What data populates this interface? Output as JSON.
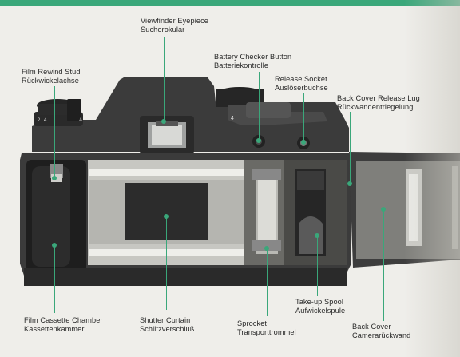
{
  "labels": {
    "viewfinder": {
      "en": "Viewfinder Eyepiece",
      "de": "Sucherokular"
    },
    "battery": {
      "en": "Battery Checker Button",
      "de": "Batteriekontrolle"
    },
    "release_socket": {
      "en": "Release Socket",
      "de": "Auslöserbuchse"
    },
    "back_cover_lug": {
      "en": "Back Cover Release Lug",
      "de": "Rückwandentriegelung"
    },
    "rewind_stud": {
      "en": "Film Rewind Stud",
      "de": "Rückwickelachse"
    },
    "cassette_chamber": {
      "en": "Film Cassette Chamber",
      "de": "Kassettenkammer"
    },
    "shutter_curtain": {
      "en": "Shutter Curtain",
      "de": "Schlitzverschluß"
    },
    "sprocket": {
      "en": "Sprocket",
      "de": "Transporttrommel"
    },
    "takeup_spool": {
      "en": "Take-up Spool",
      "de": "Aufwickelspule"
    },
    "back_cover": {
      "en": "Back Cover",
      "de": "Camerarückwand"
    }
  },
  "dial": {
    "marks": [
      "2",
      "4",
      "A"
    ],
    "speed_mark": "4"
  },
  "colors": {
    "accent": "#3aa77a",
    "body": "#3b3b3b",
    "dark": "#1e1e1e",
    "metal": "#b9b9b4"
  }
}
